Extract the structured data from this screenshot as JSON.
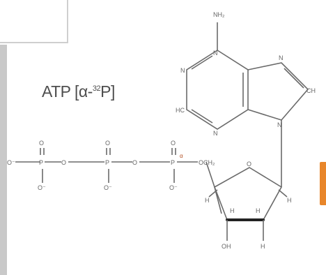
{
  "title": {
    "main": "ATP [α-",
    "isotope_mass": "32",
    "element": "P",
    "close": "]"
  },
  "atoms": {
    "nh2": "NH₂",
    "n": "N",
    "hc": "HC",
    "ch": "CH",
    "o": "O",
    "o_minus": "O⁻",
    "p": "P",
    "alpha": "α",
    "och2": "OCH₂",
    "h": "H",
    "oh": "OH"
  },
  "colors": {
    "accent_tab": "#e8862a",
    "sidebar": "#c9c9c9"
  }
}
